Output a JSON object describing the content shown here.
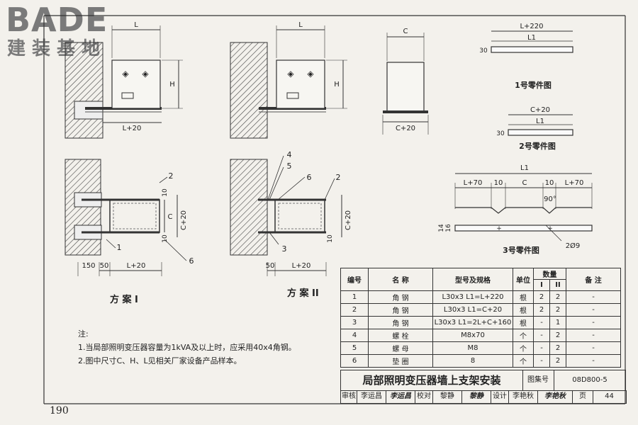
{
  "watermark": {
    "brand": "BADE",
    "subtitle": "建装基地"
  },
  "page_number": "190",
  "diagram": {
    "dims": {
      "L": "L",
      "H": "H",
      "C": "C",
      "Cp20": "C+20",
      "Lp20": "L+20",
      "Lp220": "L+220",
      "L1": "L1",
      "Lp70": "L+70",
      "d30": "30",
      "d10": "10",
      "d150": "150",
      "d50": "50",
      "d14": "14",
      "d16": "16",
      "angle": "90°",
      "hole": "2Ø9"
    },
    "callouts": [
      "1",
      "2",
      "3",
      "4",
      "5",
      "6"
    ],
    "part_labels": {
      "part1": "1号零件图",
      "part2": "2号零件图",
      "part3": "3号零件图"
    },
    "plan_labels": {
      "plan1": "方 案 I",
      "plan2": "方 案 II"
    }
  },
  "notes": {
    "heading": "注:",
    "items": [
      "1.当局部照明变压器容量为1kVA及以上时，应采用40x4角钢。",
      "2.图中尺寸C、H、L见相关厂家设备产品样本。"
    ]
  },
  "bom": {
    "headers": {
      "no": "编号",
      "name": "名  称",
      "spec": "型号及规格",
      "unit": "单位",
      "qty": "数量",
      "q1": "I",
      "q2": "II",
      "remark": "备  注"
    },
    "rows": [
      {
        "no": "1",
        "name": "角 钢",
        "spec": "L30x3  L1=L+220",
        "unit": "根",
        "q1": "2",
        "q2": "2",
        "remark": "-"
      },
      {
        "no": "2",
        "name": "角 钢",
        "spec": "L30x3  L1=C+20",
        "unit": "根",
        "q1": "2",
        "q2": "2",
        "remark": "-"
      },
      {
        "no": "3",
        "name": "角 钢",
        "spec": "L30x3  L1=2L+C+160",
        "unit": "根",
        "q1": "-",
        "q2": "1",
        "remark": "-"
      },
      {
        "no": "4",
        "name": "螺 栓",
        "spec": "M8x70",
        "unit": "个",
        "q1": "-",
        "q2": "2",
        "remark": "-"
      },
      {
        "no": "5",
        "name": "螺 母",
        "spec": "M8",
        "unit": "个",
        "q1": "-",
        "q2": "2",
        "remark": "-"
      },
      {
        "no": "6",
        "name": "垫 圈",
        "spec": "8",
        "unit": "个",
        "q1": "-",
        "q2": "2",
        "remark": "-"
      }
    ]
  },
  "title_block": {
    "title": "局部照明变压器墙上支架安装",
    "atlas_label": "图集号",
    "atlas_no": "08D800-5",
    "review_label": "审核",
    "reviewer": "李运昌",
    "reviewer_sig": "李运昌",
    "check_label": "校对",
    "checker": "黎静",
    "checker_sig": "黎静",
    "design_label": "设计",
    "designer": "李艳秋",
    "designer_sig": "李艳秋",
    "page_label": "页",
    "page_no": "44"
  }
}
